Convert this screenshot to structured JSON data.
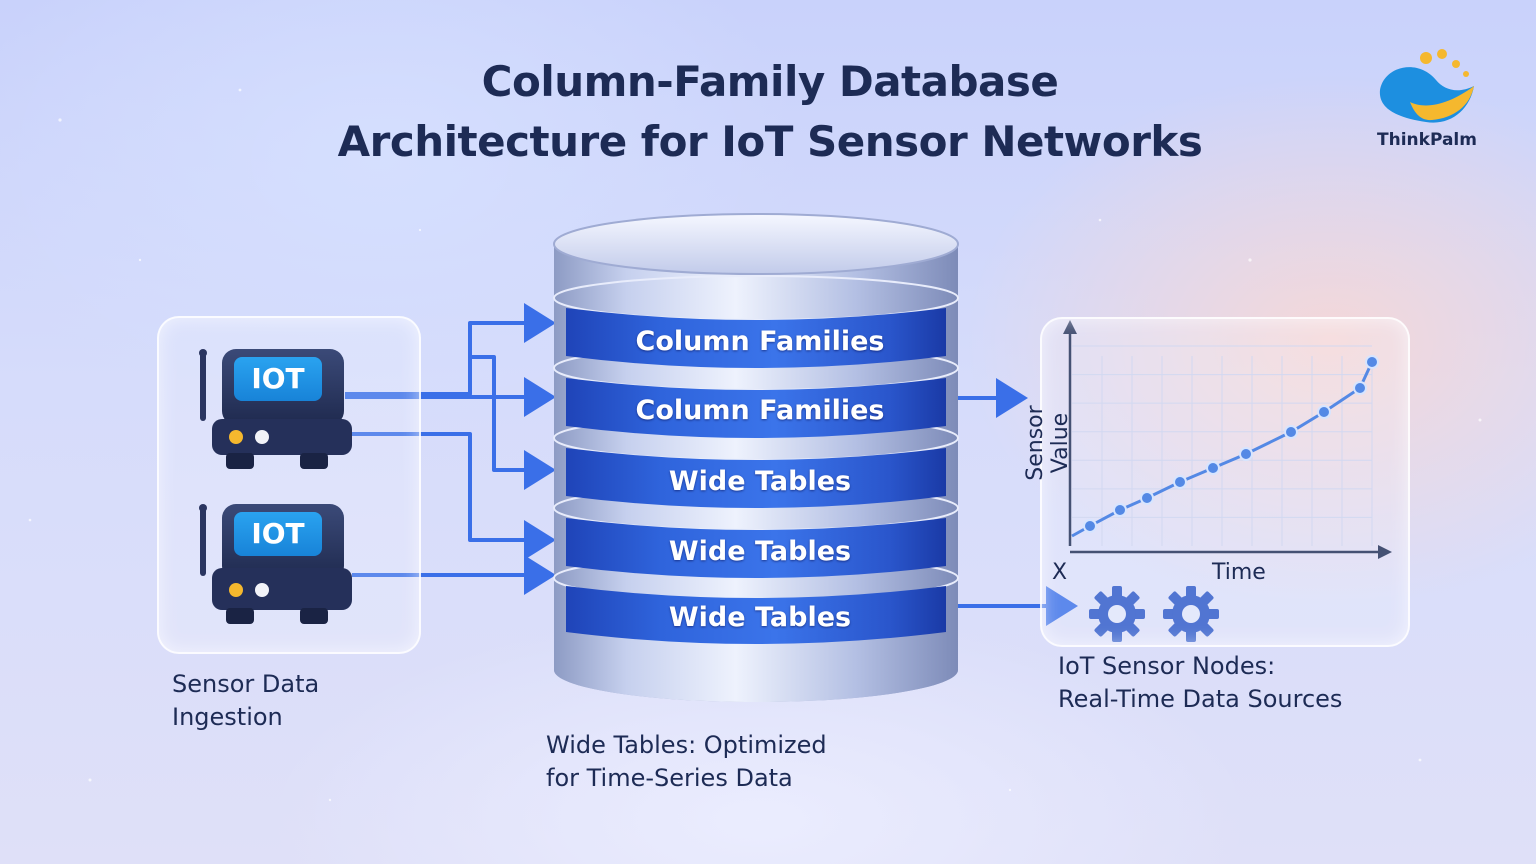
{
  "title": {
    "line1": "Column-Family Database",
    "line2": "Architecture for IoT Sensor Networks"
  },
  "brand": {
    "name": "ThinkPalm",
    "logo_icon": "wave-sun-logo"
  },
  "devices": [
    {
      "label": "IOT",
      "icon": "iot-router-icon"
    },
    {
      "label": "IOT",
      "icon": "iot-router-icon"
    }
  ],
  "database": {
    "layers": [
      {
        "label": "Column Families"
      },
      {
        "label": "Column Families"
      },
      {
        "label": "Wide Tables"
      },
      {
        "label": "Wide Tables"
      },
      {
        "label": "Wide Tables"
      }
    ]
  },
  "captions": {
    "ingestion": {
      "line1": "Sensor Data",
      "line2": "Ingestion"
    },
    "wide_tables": {
      "line1": "Wide Tables: Optimized",
      "line2": "for Time-Series Data"
    },
    "nodes": {
      "line1": "IoT Sensor Nodes:",
      "line2": "Real-Time Data Sources"
    }
  },
  "gears": [
    "gear-icon",
    "gear-icon"
  ],
  "colors": {
    "navy": "#1d2b55",
    "accent": "#2f6fe0",
    "iot_blue": "#1f8ee2"
  },
  "chart_data": {
    "type": "line",
    "xlabel": "Time",
    "ylabel": "Sensor Value",
    "origin_label": "X",
    "grid": true,
    "legend": "none",
    "xlim": [
      0,
      1
    ],
    "ylim": [
      0,
      1
    ],
    "series": [
      {
        "x": [
          0.06,
          0.16,
          0.25,
          0.36,
          0.47,
          0.58,
          0.73,
          0.84,
          0.96,
          1.0
        ],
        "y": [
          0.1,
          0.18,
          0.24,
          0.32,
          0.39,
          0.46,
          0.57,
          0.67,
          0.79,
          0.92
        ]
      }
    ]
  }
}
